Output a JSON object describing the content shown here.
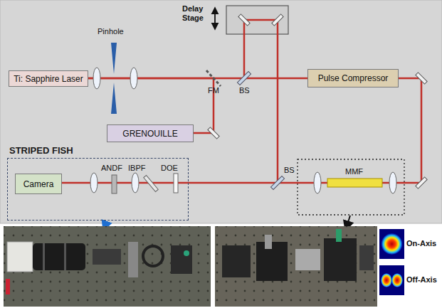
{
  "diagram": {
    "nodes": [
      {
        "text": [
          "Ti: Sapphire Laser"
        ]
      },
      {
        "text": [
          "Pulse Compressor"
        ]
      },
      {
        "text": [
          "GRENOUILLE"
        ]
      },
      {
        "text": [
          "STRIPED FISH"
        ]
      },
      {
        "text": [
          "Camera"
        ],
        "in": 3
      }
    ],
    "edges": [
      {
        "from": 0,
        "to": 1,
        "arrow": "none"
      },
      {
        "from": 0,
        "to": 2,
        "arrow": "none"
      },
      {
        "from": 1,
        "to": 4,
        "arrow": "none"
      }
    ],
    "labels": [
      "Delay Stage",
      "Pinhole",
      "FM",
      "BS",
      "BS",
      "MMF",
      "ANDF",
      "IBPF",
      "DOE",
      "On-Axis",
      "Off-Axis"
    ]
  }
}
